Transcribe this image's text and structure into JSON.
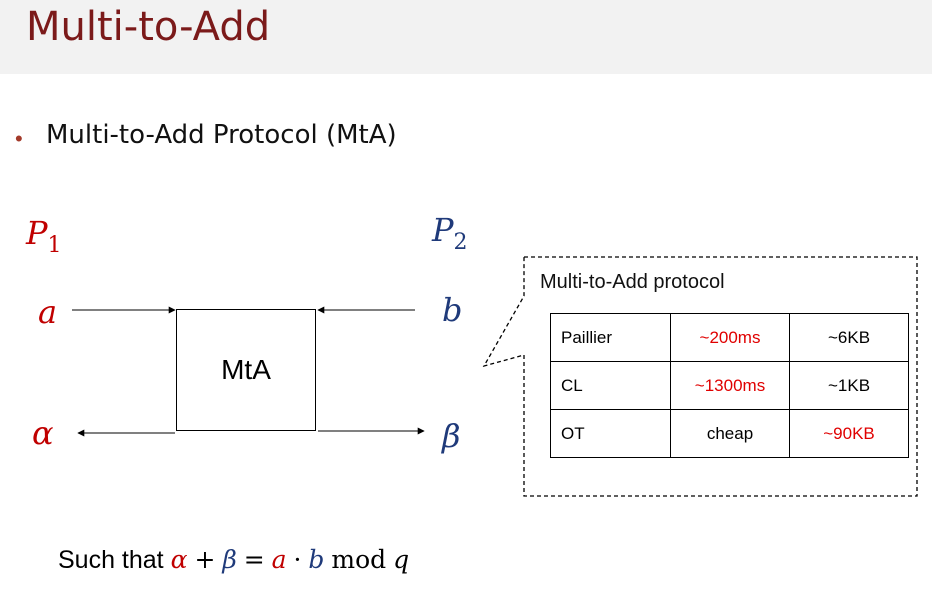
{
  "slide": {
    "title": "Multi-to-Add"
  },
  "bullet": {
    "text": "Multi-to-Add Protocol (MtA)"
  },
  "diagram": {
    "party1": {
      "name": "P",
      "sub": "1"
    },
    "party2": {
      "name": "P",
      "sub": "2"
    },
    "input_a": "a",
    "input_b": "b",
    "output_alpha": "α",
    "output_beta": "β",
    "box_label": "MtA"
  },
  "callout": {
    "title": "Multi-to-Add protocol",
    "rows": [
      {
        "name": "Paillier",
        "time": "~200ms",
        "size": "~6KB",
        "time_highlight": true,
        "size_highlight": false
      },
      {
        "name": "CL",
        "time": "~1300ms",
        "size": "~1KB",
        "time_highlight": true,
        "size_highlight": false
      },
      {
        "name": "OT",
        "time": "cheap",
        "size": "~90KB",
        "time_highlight": false,
        "size_highlight": true
      }
    ]
  },
  "equation": {
    "prefix": "Such that",
    "alpha": "α",
    "plus": "+",
    "beta": "β",
    "equals": "=",
    "a": "a",
    "dot": "·",
    "b": "b",
    "mod": "mod",
    "q": "q"
  },
  "colors": {
    "title": "#7b1a1a",
    "party1": "#c00000",
    "party2": "#1f3a7a",
    "highlight": "#e00000",
    "header_bg": "#f2f2f2"
  }
}
